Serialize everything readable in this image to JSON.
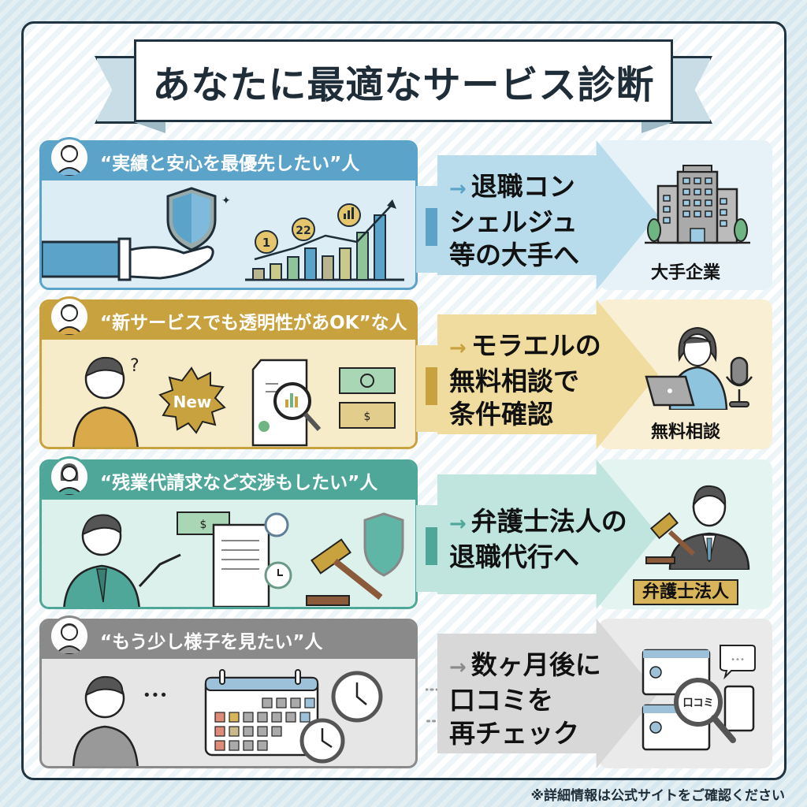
{
  "title": "あなたに最適なサービス診断",
  "rows": [
    {
      "header": "“実績と安心を最優先したい”人",
      "arrow_prefix": "→",
      "recommendation_lines": [
        "退職コン",
        "シェルジュ",
        "等の大手へ"
      ],
      "result_label": "大手企業",
      "badges": [
        "1",
        "22"
      ],
      "colors": {
        "header": "#5ba3c9",
        "light": "#dcedf6",
        "mid": "#b9dcec",
        "light2": "#e6f2f8"
      },
      "icons": [
        "avatar-man",
        "shield-hand-icon",
        "award-growth-chart-icon",
        "office-building-icon"
      ]
    },
    {
      "header": "“新サービスでも透明性があOK”な人",
      "arrow_prefix": "→",
      "recommendation_lines": [
        "モラエルの",
        "無料相談で",
        "条件確認"
      ],
      "result_label": "無料相談",
      "badge_new": "New",
      "colors": {
        "header": "#c8a23f",
        "light": "#f7ecc9",
        "mid": "#f0dc9e",
        "light2": "#f8efd5"
      },
      "icons": [
        "avatar-thinking-man",
        "thinking-person-icon",
        "new-starburst-icon",
        "document-magnifier-icon",
        "money-bills-icon",
        "consultant-laptop-mic-icon"
      ]
    },
    {
      "header": "“残業代請求など交渉もしたい”人",
      "arrow_prefix": "→",
      "recommendation_lines": [
        "弁護士法人の",
        "退職代行へ"
      ],
      "result_label": "弁護士法人",
      "colors": {
        "header": "#4fa79a",
        "light": "#dcf1ec",
        "mid": "#bfe5de",
        "light2": "#e4f4f1"
      },
      "icons": [
        "avatar-woman",
        "pointing-businessman-icon",
        "contract-money-clock-icon",
        "gavel-shield-icon",
        "lawyer-gavel-icon"
      ]
    },
    {
      "header": "“もう少し様子を見たい”人",
      "arrow_prefix": "→",
      "recommendation_lines": [
        "数ヶ月後に",
        "口コミを",
        "再チェック"
      ],
      "result_label": "口コミ",
      "colors": {
        "header": "#8a8a8a",
        "light": "#e6e6e6",
        "mid": "#d8d8d8",
        "light2": "#eaeaea"
      },
      "icons": [
        "avatar-man",
        "pondering-person-icon",
        "calendar-clocks-icon",
        "reviews-magnifier-icon"
      ]
    }
  ],
  "footnote": "※詳細情報は公式サイトをご確認ください"
}
